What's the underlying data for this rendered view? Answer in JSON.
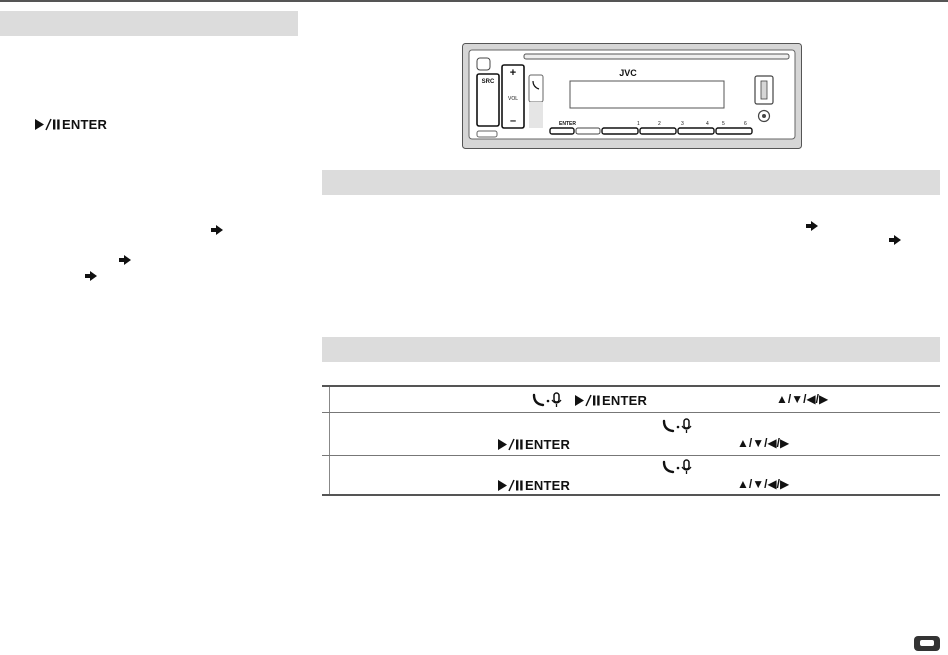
{
  "keys": {
    "enter_label": "ENTER",
    "arrows": "▲/▼/◀/▶"
  },
  "device": {
    "brand": "JVC",
    "src_label": "SRC",
    "vol_label": "VOL",
    "vol_plus": "+",
    "vol_minus": "–",
    "panel_enter_label": "ENTER",
    "preset_numbers": [
      "1",
      "2",
      "3",
      "4",
      "5",
      "6"
    ]
  },
  "colors": {
    "heading_bar": "#dcdcdc",
    "rule": "#555555",
    "device_body": "#d6d6d6"
  },
  "icons": [
    "play-pause-icon",
    "arrow-right-icon",
    "phone-mic-icon",
    "page-badge-icon"
  ]
}
